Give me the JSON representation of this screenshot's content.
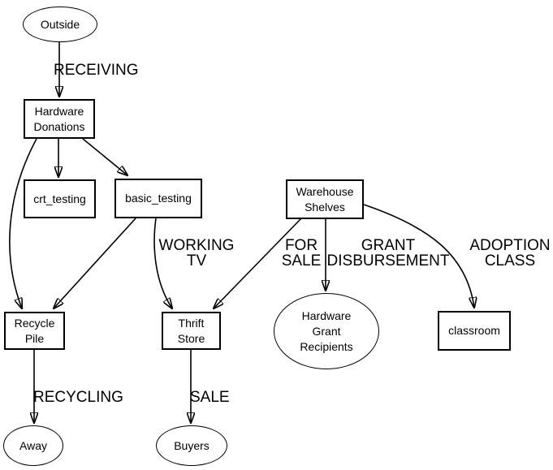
{
  "diagram": {
    "type": "flowchart",
    "background_color": "#ffffff",
    "stroke_color": "#000000",
    "text_color": "#000000",
    "nodes": {
      "outside": {
        "label": "Outside",
        "shape": "ellipse"
      },
      "hardware_donations": {
        "label": "Hardware\nDonations",
        "shape": "box"
      },
      "crt_testing": {
        "label": "crt_testing",
        "shape": "box"
      },
      "basic_testing": {
        "label": "basic_testing",
        "shape": "box"
      },
      "warehouse_shelves": {
        "label": "Warehouse\nShelves",
        "shape": "box"
      },
      "recycle_pile": {
        "label": "Recycle\nPile",
        "shape": "box"
      },
      "thrift_store": {
        "label": "Thrift\nStore",
        "shape": "box"
      },
      "hardware_grant_recipients": {
        "label": "Hardware\nGrant\nRecipients",
        "shape": "ellipse"
      },
      "classroom": {
        "label": "classroom",
        "shape": "box"
      },
      "away": {
        "label": "Away",
        "shape": "ellipse"
      },
      "buyers": {
        "label": "Buyers",
        "shape": "ellipse"
      }
    },
    "edge_labels": {
      "receiving": "RECEIVING",
      "working_tv": "WORKING\nTV",
      "for_sale": "FOR\nSALE",
      "grant_disbursement": "GRANT\nDISBURSEMENT",
      "adoption_class": "ADOPTION\nCLASS",
      "recycling": "RECYCLING",
      "sale": "SALE"
    },
    "edges": [
      {
        "from": "Outside",
        "to": "Hardware Donations",
        "label": "RECEIVING"
      },
      {
        "from": "Hardware Donations",
        "to": "crt_testing",
        "label": ""
      },
      {
        "from": "Hardware Donations",
        "to": "basic_testing",
        "label": ""
      },
      {
        "from": "Hardware Donations",
        "to": "Recycle Pile",
        "label": ""
      },
      {
        "from": "basic_testing",
        "to": "Recycle Pile",
        "label": ""
      },
      {
        "from": "basic_testing",
        "to": "Thrift Store",
        "label": "WORKING TV"
      },
      {
        "from": "Warehouse Shelves",
        "to": "Thrift Store",
        "label": "FOR SALE"
      },
      {
        "from": "Warehouse Shelves",
        "to": "Hardware Grant Recipients",
        "label": "GRANT DISBURSEMENT"
      },
      {
        "from": "Warehouse Shelves",
        "to": "classroom",
        "label": "ADOPTION CLASS"
      },
      {
        "from": "Recycle Pile",
        "to": "Away",
        "label": "RECYCLING"
      },
      {
        "from": "Thrift Store",
        "to": "Buyers",
        "label": "SALE"
      }
    ]
  }
}
